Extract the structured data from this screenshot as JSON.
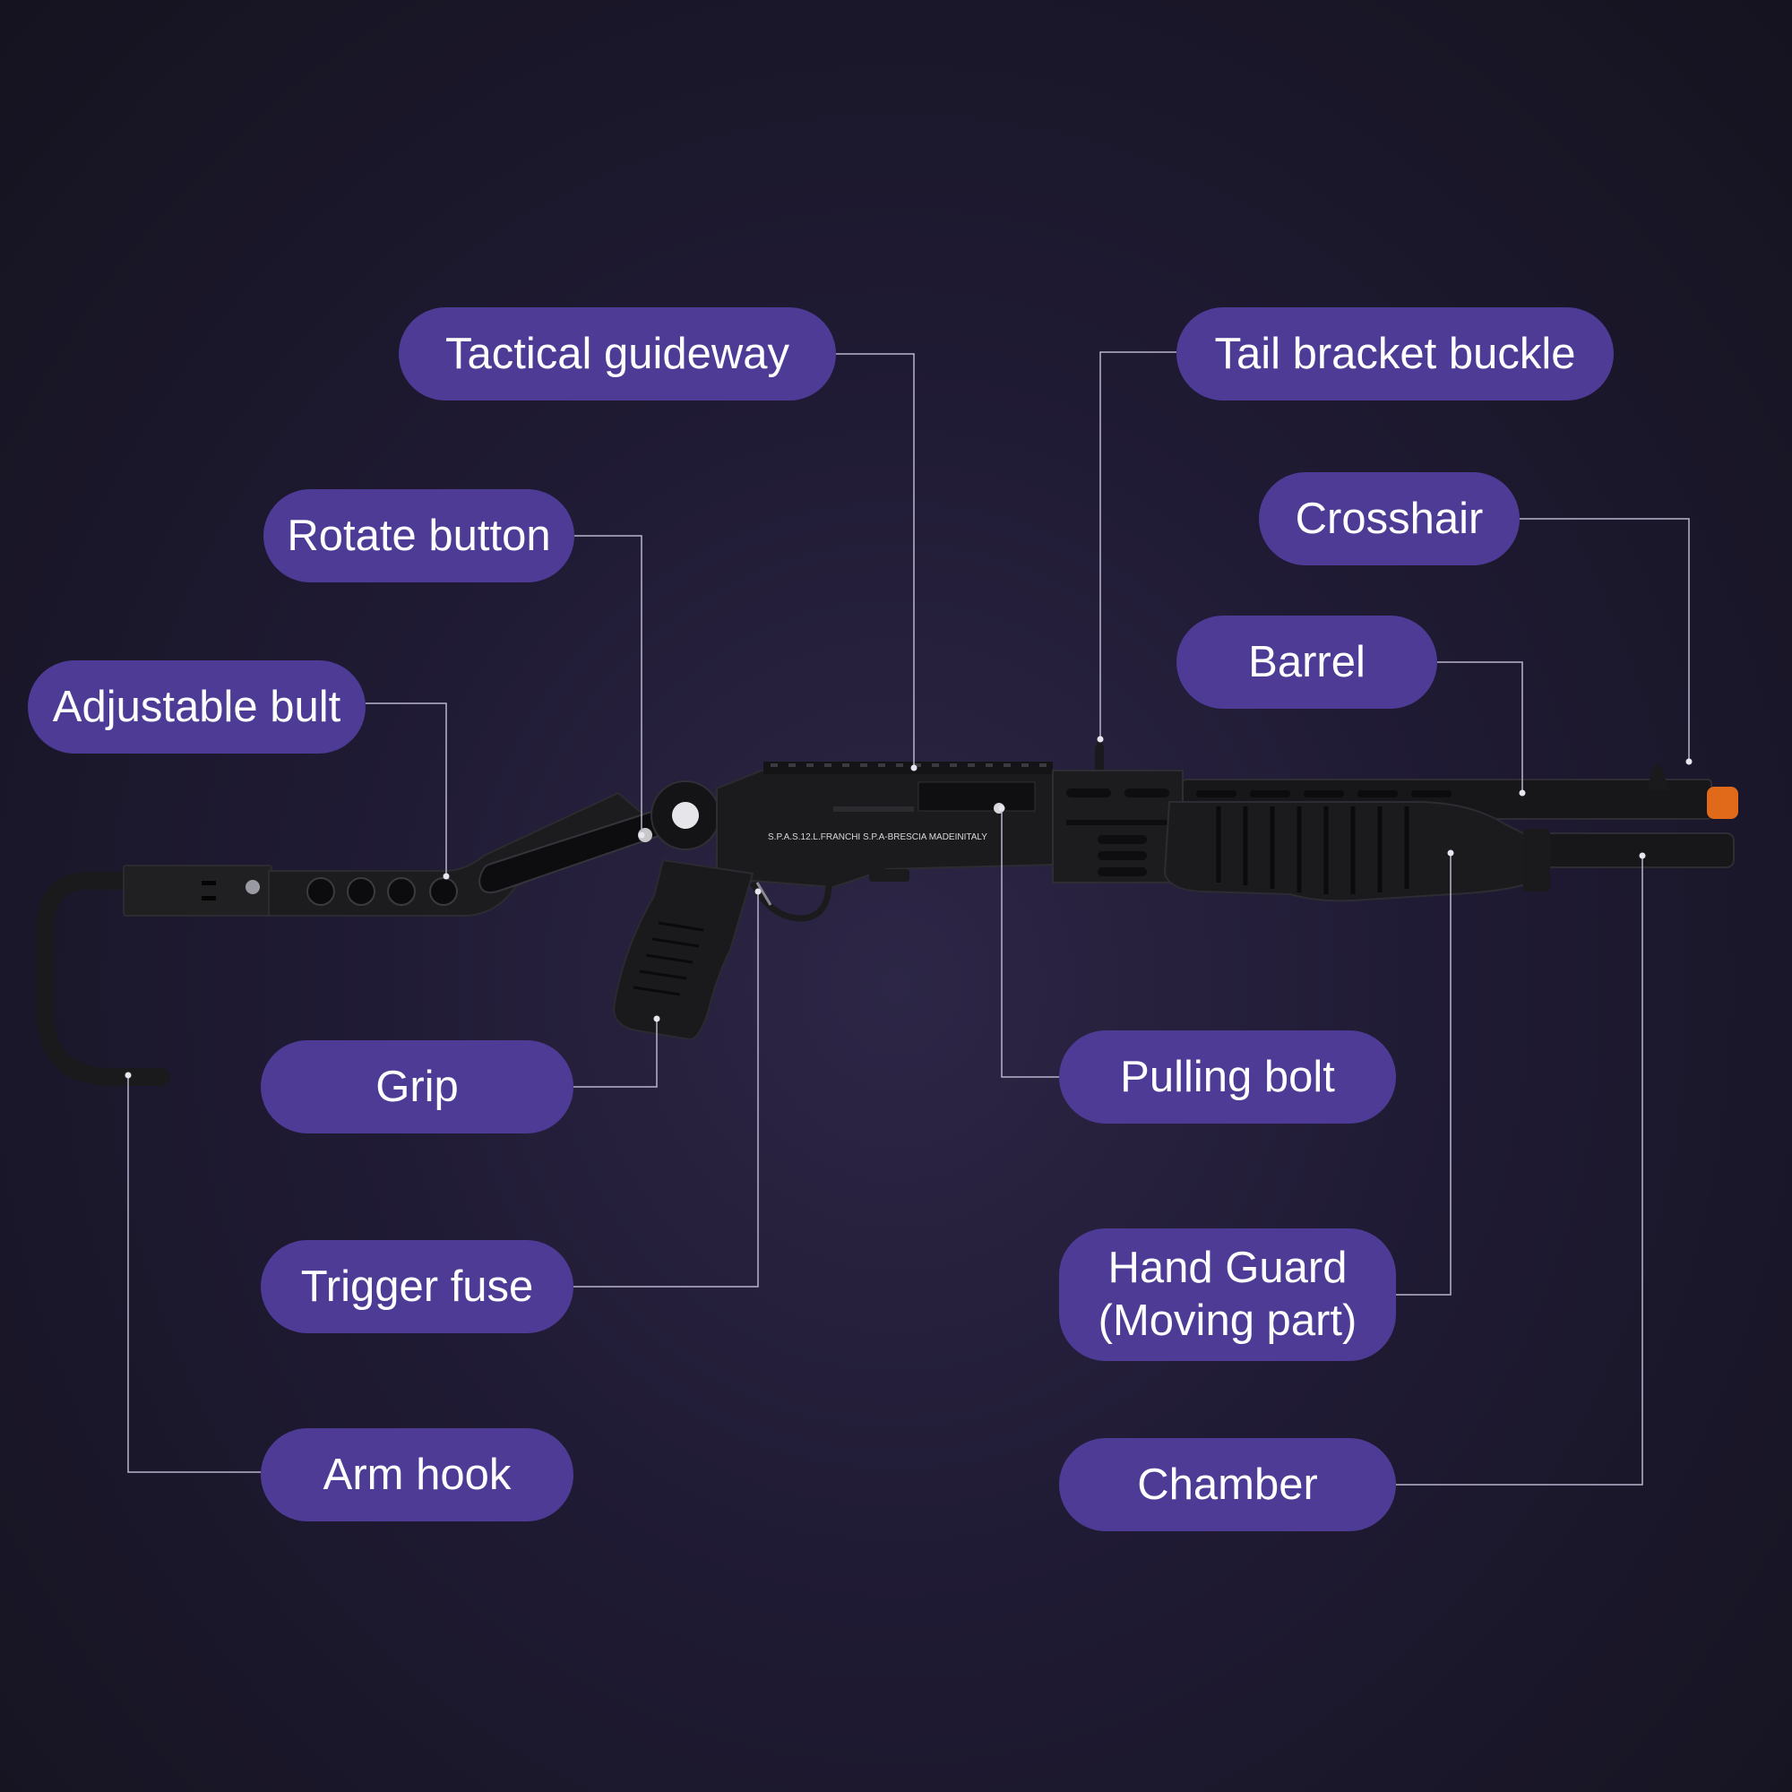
{
  "labels": {
    "tactical_guideway": "Tactical guideway",
    "rotate_button": "Rotate button",
    "adjustable_bult": "Adjustable bult",
    "grip": "Grip",
    "trigger_fuse": "Trigger fuse",
    "arm_hook": "Arm hook",
    "tail_bracket_buckle": "Tail bracket buckle",
    "crosshair": "Crosshair",
    "barrel": "Barrel",
    "pulling_bolt": "Pulling bolt",
    "hand_guard_line1": "Hand Guard",
    "hand_guard_line2": "(Moving part)",
    "chamber": "Chamber"
  },
  "engraving": "S.P.A.S.12.L.FRANCHI  S.P.A-BRESCIA  MADEINITALY",
  "colors": {
    "background": "#1f1a33",
    "pill": "#4d3b95",
    "label_text": "#ffffff",
    "leader_line": "#b9b4cc",
    "gun_body": "#1a1a1c",
    "muzzle_tip": "#e06a1a"
  }
}
